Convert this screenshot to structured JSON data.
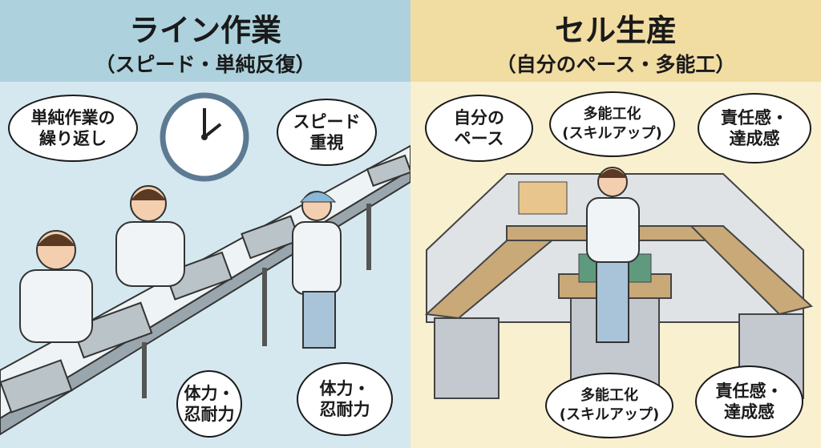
{
  "left": {
    "title": "ライン作業",
    "subtitle": "（スピード・単純反復）",
    "bubbles": [
      {
        "line1": "単純作業の",
        "line2": "繰り返し"
      },
      {
        "line1": "スピード",
        "line2": "重視"
      },
      {
        "line1": "体力・",
        "line2": "忍耐力"
      },
      {
        "line1": "体力・",
        "line2": "忍耐力"
      }
    ]
  },
  "right": {
    "title": "セル生産",
    "subtitle": "（自分のペース・多能工）",
    "bubbles": [
      {
        "line1": "自分の",
        "line2": "ペース"
      },
      {
        "line1": "多能工化",
        "line2": "(スキルアップ)"
      },
      {
        "line1": "責任感・",
        "line2": "達成感"
      },
      {
        "line1": "多能工化",
        "line2": "(スキルアップ)"
      },
      {
        "line1": "責任感・",
        "line2": "達成感"
      }
    ]
  },
  "colors": {
    "left_header": "#add2dd",
    "right_header": "#f1dca2",
    "left_bg": "#d5e8ef",
    "right_bg": "#f8f0cf"
  }
}
